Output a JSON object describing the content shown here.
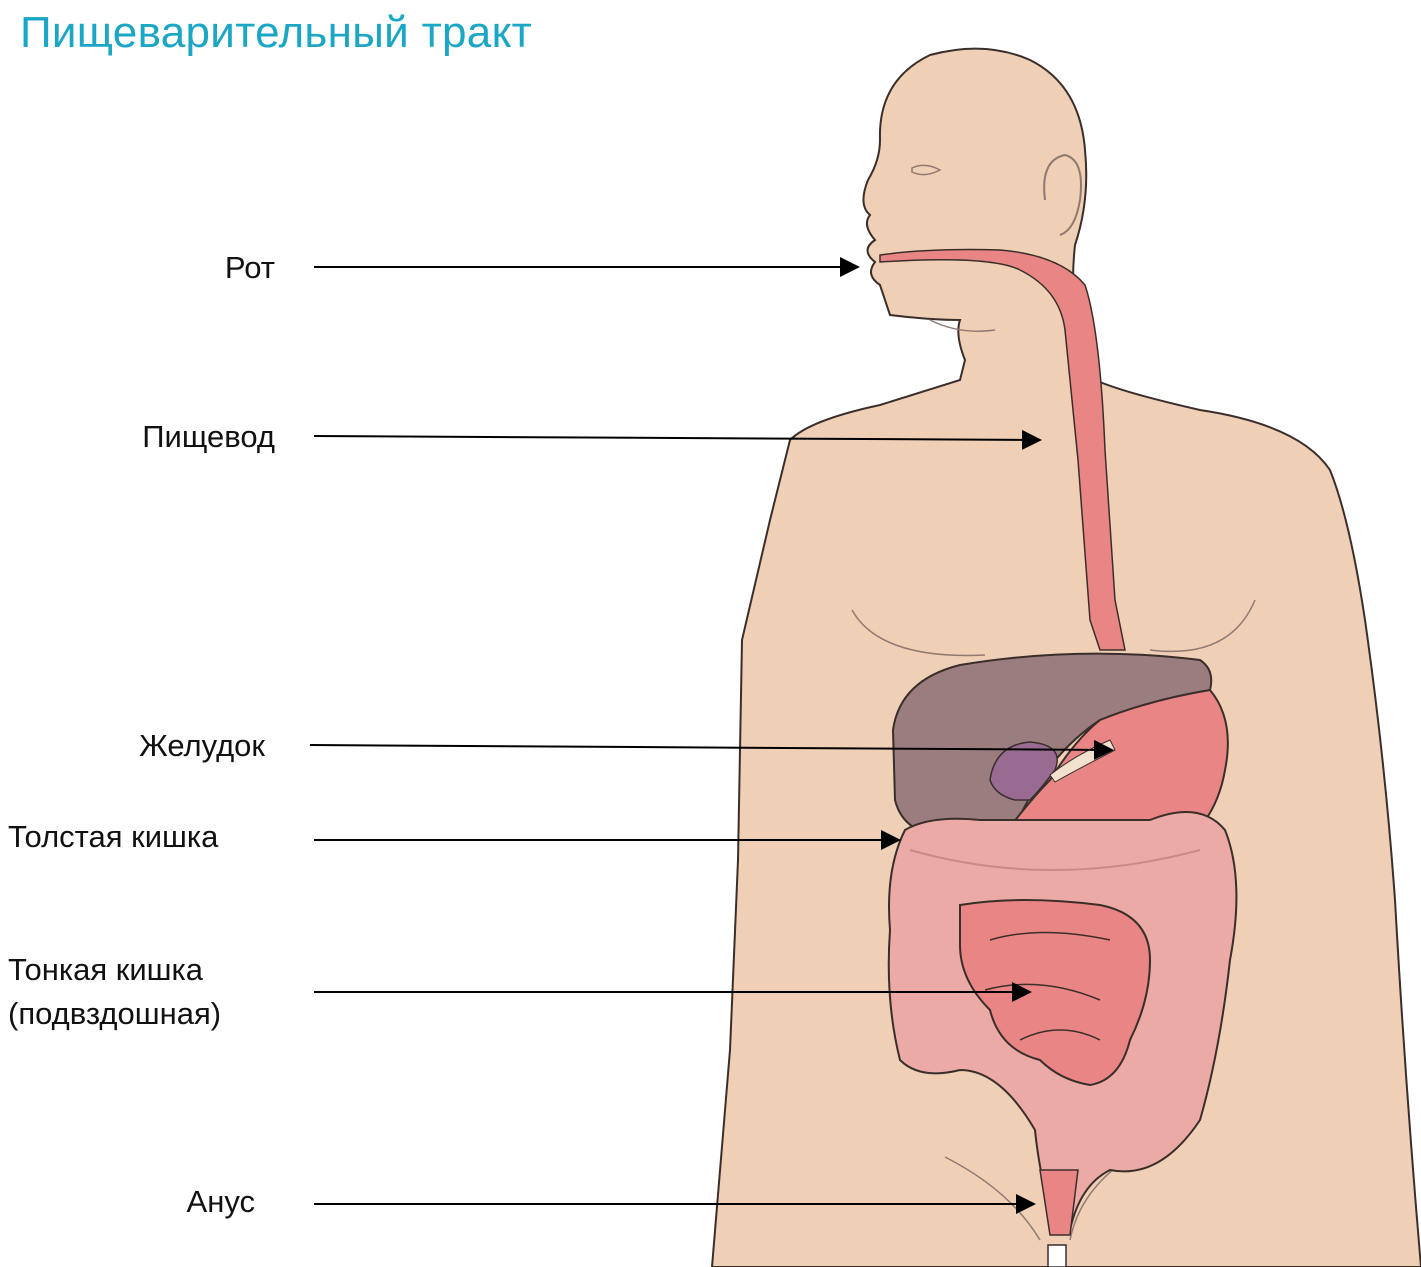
{
  "title": "Пищеварительный тракт",
  "labels": {
    "mouth": "Рот",
    "esophagus": "Пищевод",
    "stomach": "Желудок",
    "large_intestine": "Толстая кишка",
    "small_intestine_line1": "Тонкая кишка",
    "small_intestine_line2": "(подвздошная)",
    "anus": "Анус"
  },
  "colors": {
    "title": "#1aa6c4",
    "skin": "#efcfb6",
    "skin_outline": "#3a2e2a",
    "liver": "#9b7d80",
    "tract": "#ea8585",
    "colon": "#ecaaa6",
    "gallbladder": "#9a6b92"
  }
}
